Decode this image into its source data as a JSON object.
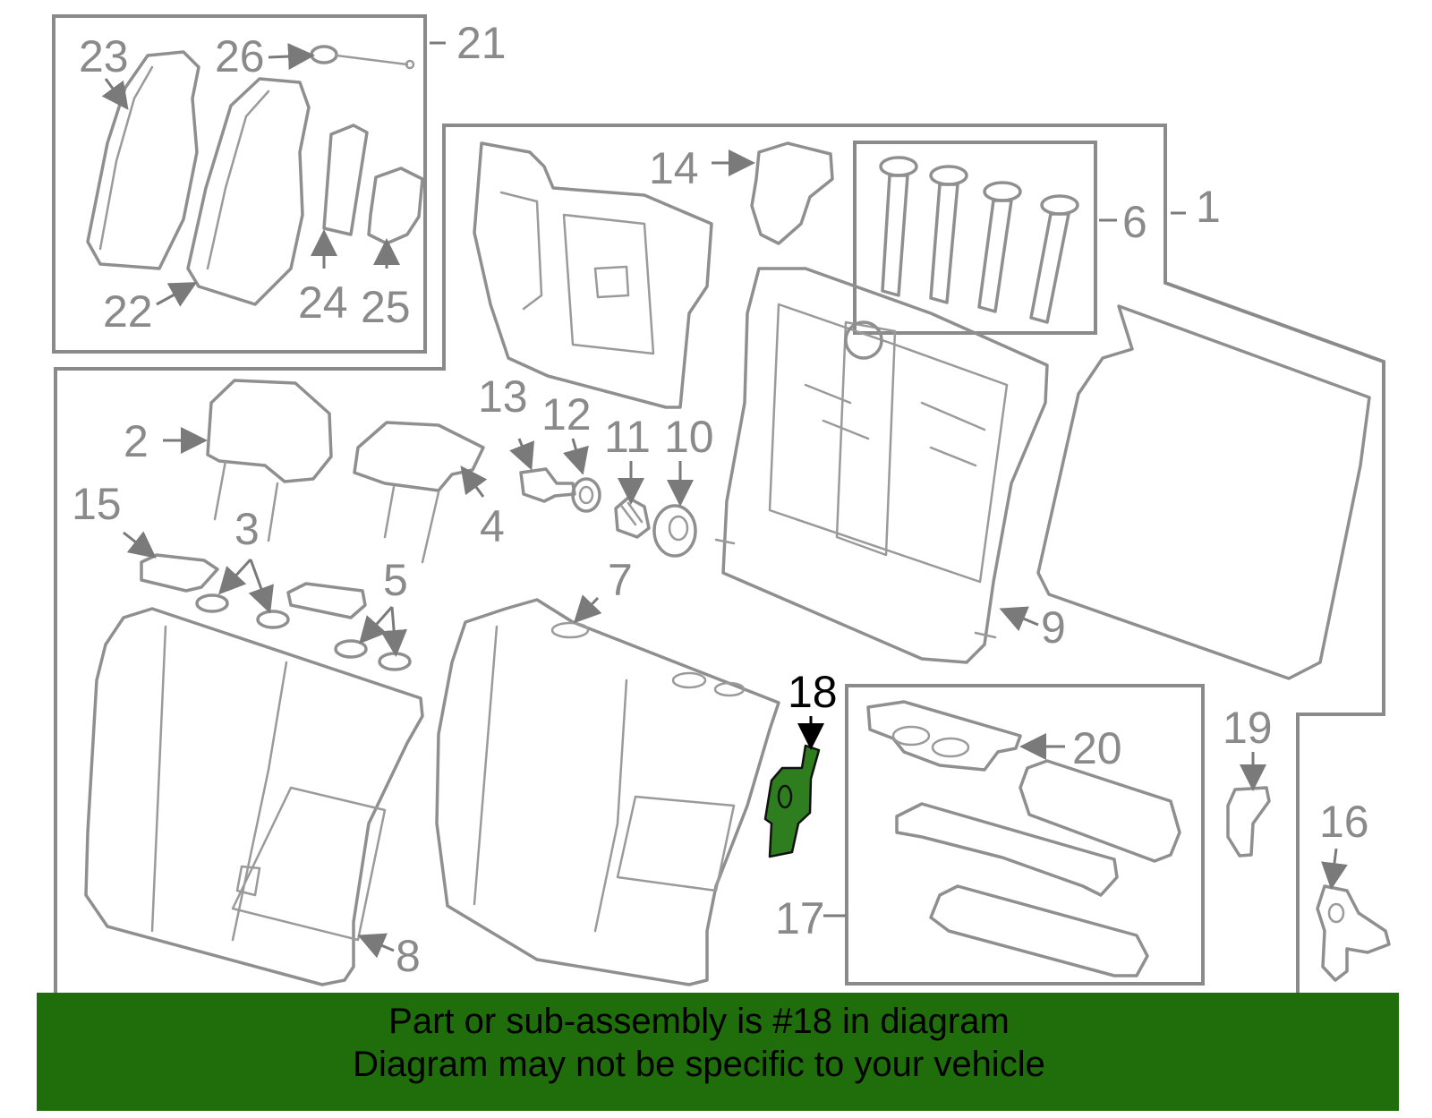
{
  "callouts": {
    "c1": "1",
    "c2": "2",
    "c3": "3",
    "c4": "4",
    "c5": "5",
    "c6": "6",
    "c7": "7",
    "c8": "8",
    "c9": "9",
    "c10": "10",
    "c11": "11",
    "c12": "12",
    "c13": "13",
    "c14": "14",
    "c15": "15",
    "c16": "16",
    "c17": "17",
    "c18": "18",
    "c19": "19",
    "c20": "20",
    "c21": "21",
    "c22": "22",
    "c23": "23",
    "c24": "24",
    "c25": "25",
    "c26": "26"
  },
  "highlight": {
    "part_number": "18",
    "color": "#2e7d1e"
  },
  "notice": {
    "line1": "Part or sub-assembly is #18 in diagram",
    "line2": "Diagram may not be specific to your vehicle",
    "background": "#1f6d0b"
  }
}
